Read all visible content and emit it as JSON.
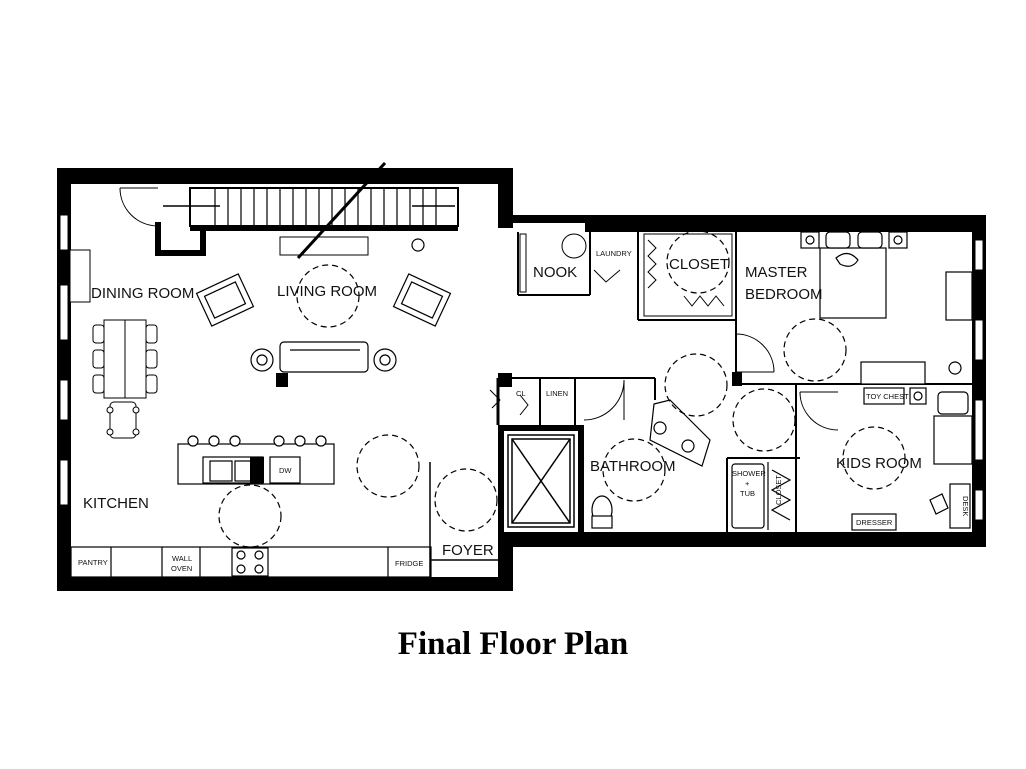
{
  "caption": "Final Floor Plan",
  "rooms": {
    "dining_room": "DINING ROOM",
    "living_room": "LIVING ROOM",
    "kitchen": "KITCHEN",
    "nook": "NOOK",
    "closet": "CLOSET",
    "master_bedroom_line1": "MASTER",
    "master_bedroom_line2": "BEDROOM",
    "bathroom": "BATHROOM",
    "kids_room": "KIDS ROOM",
    "foyer": "FOYER"
  },
  "fixtures": {
    "laundry": "LAUNDRY",
    "linen": "LINEN",
    "closet_small_left": "CL",
    "closet_small_right": "CLOSET",
    "shower_line1": "SHOWER",
    "shower_line2": "+",
    "shower_line3": "TUB",
    "toy_chest": "TOY CHEST",
    "desk": "DESK",
    "dresser": "DRESSER",
    "pantry": "PANTRY",
    "wall_oven_line1": "WALL",
    "wall_oven_line2": "OVEN",
    "fridge": "FRIDGE",
    "dw": "DW"
  }
}
